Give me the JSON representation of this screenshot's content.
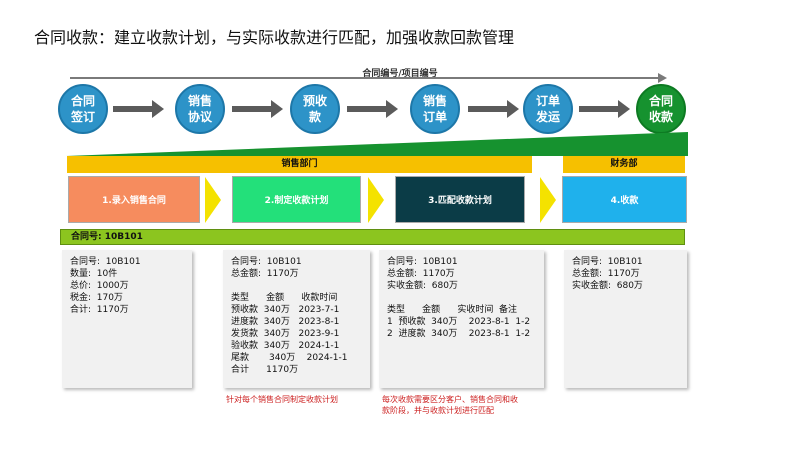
{
  "title": "合同收款：建立收款计划，与实际收款进行匹配，加强收款回款管理",
  "top_label": "合同编号/项目编号",
  "flow": [
    "合同\n签订",
    "销售\n协议",
    "预收\n款",
    "销售\n订单",
    "订单\n发运",
    "合同\n收款"
  ],
  "departments": {
    "sales": "销售部门",
    "finance": "财务部"
  },
  "steps": [
    "1.录入销售合同",
    "2.制定收款计划",
    "3.匹配收款计划",
    "4.收款"
  ],
  "contract_bar": "合同号:   10B101",
  "cards": [
    "合同号:  10B101\n数量:  10件\n总价:  1000万\n税金:  170万\n合计:  1170万",
    "合同号:  10B101\n总金额:  1170万\n\n类型      金额      收款时间\n预收款  340万   2023-7-1\n进度款  340万   2023-8-1\n发货款  340万   2023-9-1\n验收款  340万   2024-1-1\n尾款       340万    2024-1-1\n合计      1170万",
    "合同号:  10B101\n总金额:  1170万\n实收金额:  680万\n\n类型      金额      实收时间  备注\n1  预收款  340万    2023-8-1  1-2\n2  进度款  340万    2023-8-1  1-2",
    "合同号:  10B101\n总金额:  1170万\n实收金额:  680万"
  ],
  "notes": [
    "针对每个销售合同制定收款计划",
    "每次收款需要区分客户、销售合同和收\n款阶段，并与收款计划进行匹配"
  ],
  "colors": {
    "circle_blue": "#2d93c8",
    "circle_green": "#16922f",
    "dept": "#f6c000",
    "step1": "#f68c5e",
    "step2": "#23e07a",
    "step3": "#0b3c47",
    "step4": "#1fb1ec",
    "bar": "#8cc51f",
    "note": "#cc1f1f"
  }
}
